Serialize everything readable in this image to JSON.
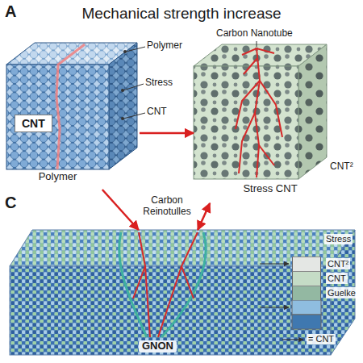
{
  "diagram": {
    "title": "Mechanical strength increase",
    "nodes": [
      {
        "text": [
          "Polymer"
        ]
      },
      {
        "text": [
          "CNT"
        ],
        "in": 0
      },
      {
        "text": [
          "Stress CNT"
        ]
      },
      {
        "text": [
          "GNON"
        ]
      }
    ],
    "edges": [
      {
        "from": 0,
        "to": 2,
        "arrow": "to"
      },
      {
        "from": 0,
        "to": 3,
        "arrow": "to"
      },
      {
        "from": 2,
        "to": 3,
        "arrow": "both"
      }
    ],
    "labels": [
      "A",
      "Polymer",
      "Stress",
      "CNT",
      "Carbon Nanotube",
      "CNT²",
      "Carbon Reinotulles",
      "C",
      "Stress",
      "= CNT"
    ],
    "legend": [
      {
        "text": "CNT²",
        "color": "#e4e7e4"
      },
      {
        "text": "CNT",
        "color": "#c5dcc6"
      },
      {
        "text": "Guelke",
        "color": "#93b8a2"
      }
    ]
  }
}
